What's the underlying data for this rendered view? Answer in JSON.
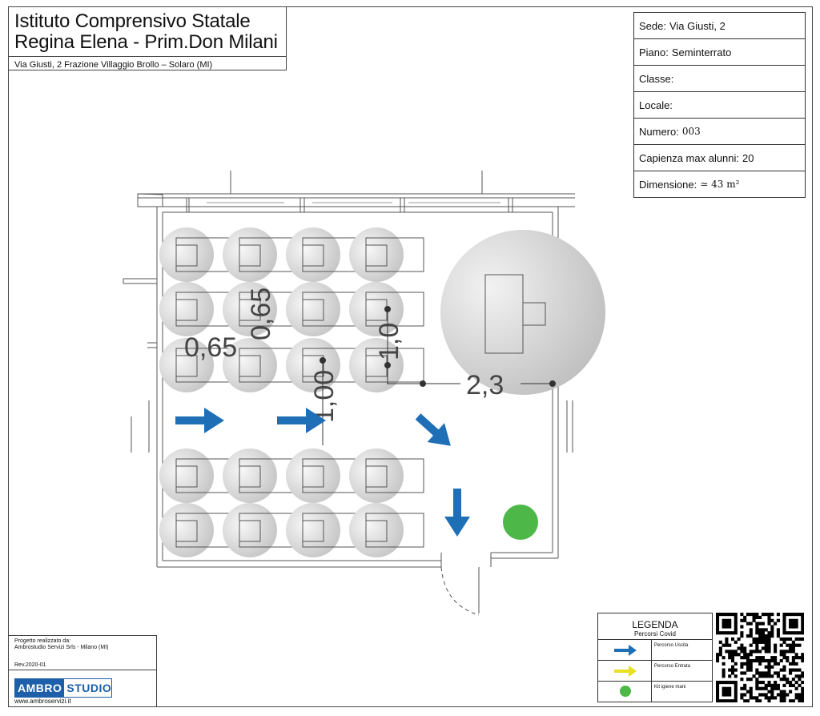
{
  "header": {
    "title_line1": "Istituto Comprensivo Statale",
    "title_line2": "Regina Elena - Prim.Don Milani",
    "address": "Via Giusti, 2 Frazione Villaggio Brollo – Solaro (MI)"
  },
  "info": [
    {
      "label": "Sede:",
      "value": "Via Giusti, 2"
    },
    {
      "label": "Piano:",
      "value": "Seminterrato"
    },
    {
      "label": "Classe:",
      "value": ""
    },
    {
      "label": "Locale:",
      "value": ""
    },
    {
      "label": "Numero:",
      "value": "003"
    },
    {
      "label": "Capienza max alunni:",
      "value": "20"
    },
    {
      "label": "Dimensione:",
      "value": "≃ 43 m²"
    }
  ],
  "plan": {
    "dim_065_h": "0,65",
    "dim_065_v": "0,65",
    "dim_100_a": "1,00",
    "dim_100_b": "1,0",
    "dim_23": "2,3"
  },
  "credits": {
    "line1": "Progetto realizzato da:",
    "line2": "Ambrostudio Servizi Srls - Milano (MI)",
    "rev": "Rev.2020-01",
    "logo_a": "AMBRO",
    "logo_b": "STUDIO",
    "website": "www.ambroservizi.it"
  },
  "legend": {
    "title": "LEGENDA",
    "subtitle": "Percorsi Covid",
    "items": [
      {
        "icon": "blue-arrow-icon",
        "label": "Percorso Uscita",
        "color": "#1f6fb7"
      },
      {
        "icon": "yellow-arrow-icon",
        "label": "Percorso Entrata",
        "color": "#e8e020"
      },
      {
        "icon": "green-dot-icon",
        "label": "Kit igiene mani",
        "color": "#4db848"
      }
    ]
  },
  "colors": {
    "exit_arrow": "#1f6fb7",
    "entry_arrow": "#e8e020",
    "hygiene_dot": "#4db848",
    "distance_circle": "#c9c9c9"
  }
}
